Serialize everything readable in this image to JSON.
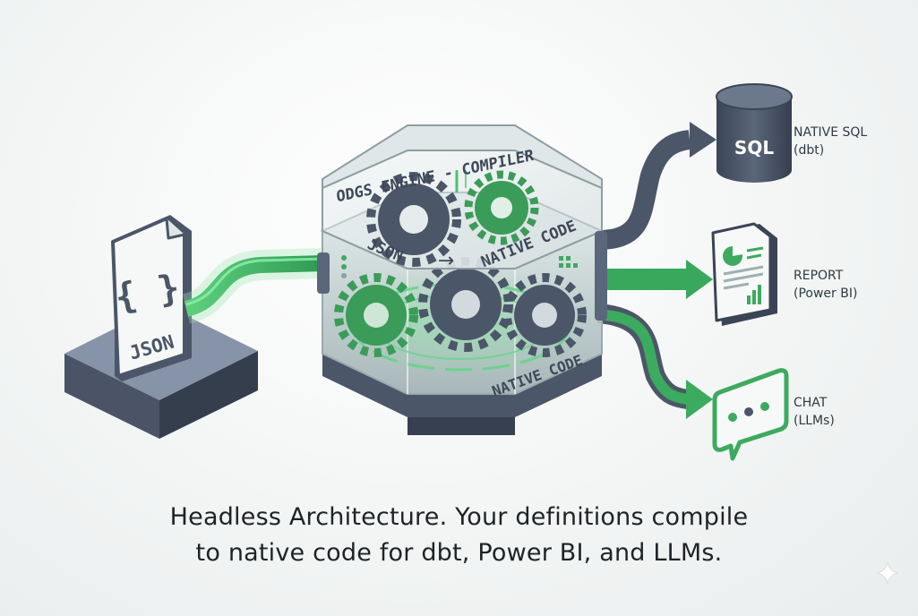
{
  "input": {
    "brace_text": "{ }",
    "format_label": "JSON"
  },
  "engine": {
    "title": "ODGS ENGINE - COMPILER",
    "flow_from": "JSON",
    "flow_arrow": "→",
    "flow_to": "NATIVE CODE",
    "base_label": "NATIVE CODE"
  },
  "outputs": [
    {
      "icon_text": "SQL",
      "line1": "NATIVE SQL",
      "line2": "(dbt)"
    },
    {
      "line1": "REPORT",
      "line2": "(Power BI)"
    },
    {
      "line1": "CHAT",
      "line2": "(LLMs)"
    }
  ],
  "caption": {
    "line1": "Headless Architecture. Your definitions compile",
    "line2": "to native code for dbt, Power BI, and LLMs."
  },
  "colors": {
    "green": "#3daa5f",
    "green_dark": "#2a7d46",
    "slate": "#4b5668",
    "slate_dark": "#364050",
    "glass": "#cfd9dc"
  }
}
